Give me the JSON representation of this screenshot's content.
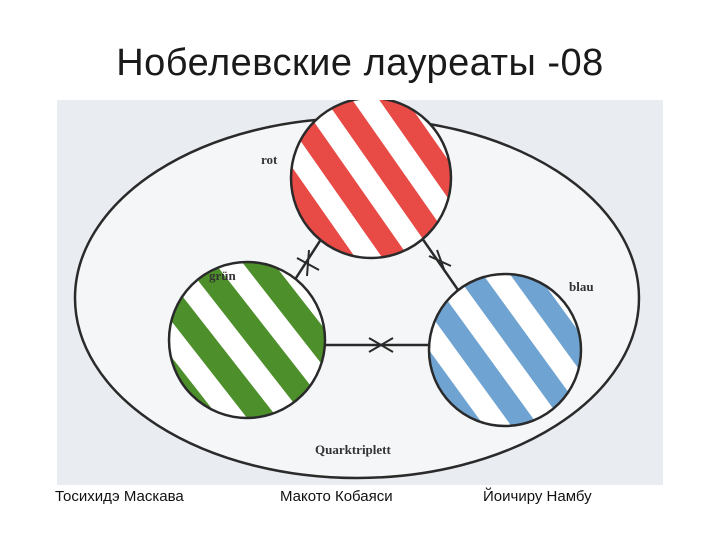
{
  "slide": {
    "title": "Нобелевские лауреаты -08"
  },
  "figure": {
    "labels": {
      "red": "rot",
      "green": "grün",
      "blue": "blau",
      "bottom": "Quarktriplett"
    },
    "colors": {
      "red": "#e84a46",
      "green": "#4d8f2a",
      "blue": "#6fa4d2",
      "outline": "#2a2a2a",
      "background": "#e9ecf1"
    }
  },
  "laureates": [
    "Тосихидэ Маскава",
    "Макото Кобаяси",
    "Йоичиру Намбу"
  ]
}
